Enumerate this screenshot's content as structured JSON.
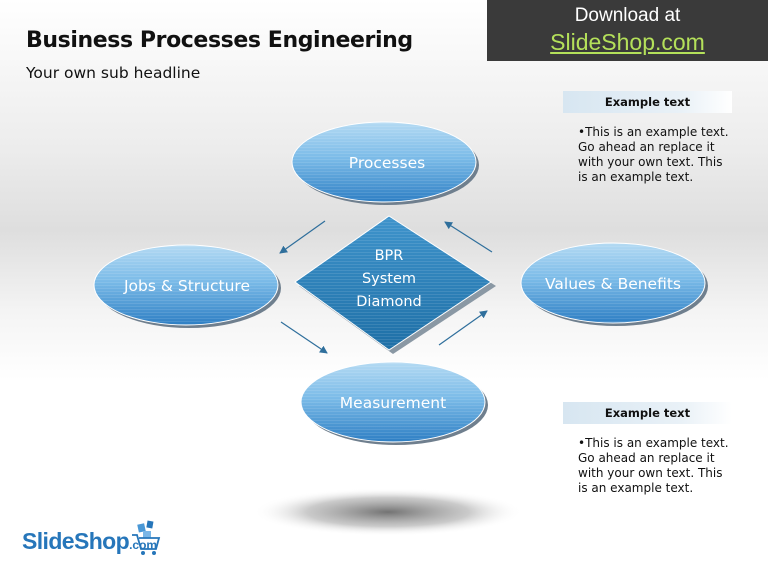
{
  "header": {
    "title": "Business Processes Engineering",
    "subtitle": "Your own sub headline"
  },
  "download": {
    "line1": "Download at",
    "line2": "SlideShop.com"
  },
  "diagram": {
    "center": [
      "BPR",
      "System",
      "Diamond"
    ],
    "top": "Processes",
    "left": "Jobs & Structure",
    "right": "Values & Benefits",
    "bottom": "Measurement"
  },
  "text_boxes": [
    {
      "heading": "Example text",
      "body": [
        "•This is an example text.",
        "Go ahead an replace it",
        "with your own text. This",
        "is an example text."
      ]
    },
    {
      "heading": "Example text",
      "body": [
        "•This is an example text.",
        "Go ahead an replace it",
        "with your own text. This",
        "is an example text."
      ]
    }
  ],
  "logo": {
    "main": "SlideShop",
    "suffix": ".com",
    "icon": "shopping-cart-icon"
  },
  "colors": {
    "ellipse_light": "#a8d2ef",
    "ellipse_dark": "#2e7fc4",
    "diamond": "#2b7fb8",
    "arrow": "#2f6f9c",
    "link_green": "#b4e05a",
    "logo_blue": "#2676ba"
  }
}
